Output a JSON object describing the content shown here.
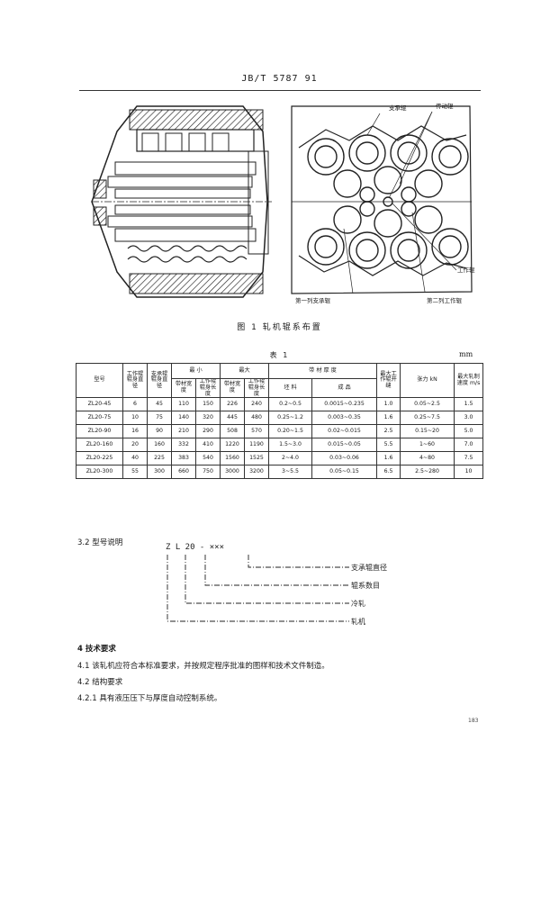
{
  "header": {
    "standard": "JB/T 5787  91"
  },
  "figure": {
    "caption": "图 1  轧机辊系布置",
    "labels": {
      "support_roll": "支承辊",
      "drive_roll": "传动辊",
      "work_roll": "工作辊",
      "first_support_rolls": "第一列支承辊",
      "second_intermediate_rolls": "第二列工作辊"
    }
  },
  "table": {
    "title": "表 1",
    "unit": "mm",
    "headers": {
      "model": "型号",
      "work_roll_dia": "工作辊辊身直径",
      "support_roll_dia": "支承辊辊身直径",
      "min": "最 小",
      "max": "最大",
      "strip_width_min": "带材宽度",
      "work_roll_len_min": "工作辊辊身长度",
      "strip_width_max": "带材宽度",
      "work_roll_len_max": "工作辊辊身长度",
      "thickness": "带 材 厚 度",
      "incoming": "坯 料",
      "finished": "成 品",
      "max_gap": "最大工作辊开缝",
      "tension": "张力 kN",
      "speed": "最大轧制速度 m/s"
    },
    "rows": [
      [
        "ZL20-45",
        "6",
        "45",
        "110",
        "150",
        "226",
        "240",
        "0.2~0.5",
        "0.0015~0.235",
        "1.0",
        "0.05~2.5",
        "1.5"
      ],
      [
        "ZL20-75",
        "10",
        "75",
        "140",
        "320",
        "445",
        "480",
        "0.25~1.2",
        "0.003~0.35",
        "1.6",
        "0.25~7.5",
        "3.0"
      ],
      [
        "ZL20-90",
        "16",
        "90",
        "210",
        "290",
        "508",
        "570",
        "0.20~1.5",
        "0.02~0.015",
        "2.5",
        "0.15~20",
        "5.0"
      ],
      [
        "ZL20-160",
        "20",
        "160",
        "332",
        "410",
        "1220",
        "1190",
        "1.5~3.0",
        "0.015~0.05",
        "5.5",
        "1~60",
        "7.0"
      ],
      [
        "ZL20-225",
        "40",
        "225",
        "383",
        "540",
        "1560",
        "1525",
        "2~4.0",
        "0.03~0.06",
        "1.6",
        "4~80",
        "7.5"
      ],
      [
        "ZL20-300",
        "55",
        "300",
        "660",
        "750",
        "3000",
        "3200",
        "3~5.5",
        "0.05~0.15",
        "6.5",
        "2.5~280",
        "10"
      ]
    ]
  },
  "section_3_2": {
    "title": "3.2  型号说明",
    "code": "Z  L  20 - ×××",
    "legend": [
      "支承辊直径",
      "辊系数目",
      "冷轧",
      "轧机"
    ]
  },
  "section_4": {
    "title": "4  技术要求",
    "p41": "4.1  该轧机应符合本标准要求，并按规定程序批准的图样和技术文件制造。",
    "p42": "4.2  结构要求",
    "p421": "4.2.1  具有液压压下与厚度自动控制系统。"
  },
  "page_number": "183"
}
